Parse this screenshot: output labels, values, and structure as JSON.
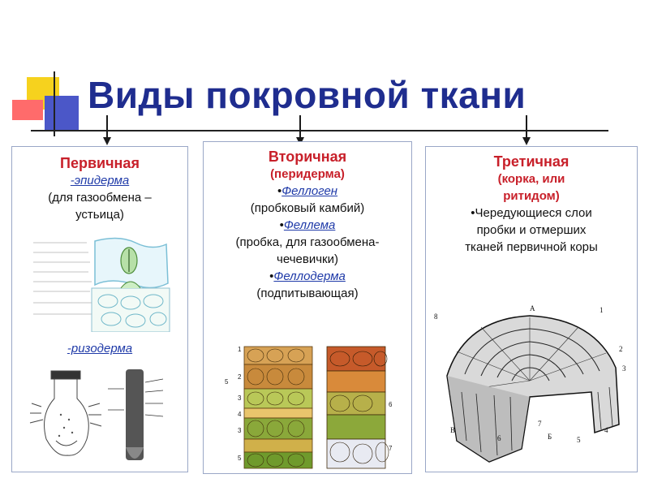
{
  "title": "Виды покровной ткани",
  "primary": {
    "heading": "Первичная",
    "epidermis": "-эпидерма",
    "epidermis_note_1": "(для газообмена –",
    "epidermis_note_2": "устьица)",
    "rhizodermis": "-ризодерма"
  },
  "secondary": {
    "heading": "Вторичная",
    "subheading": "(перидерма)",
    "phellogen": "Феллоген",
    "phellogen_note": "(пробковый камбий)",
    "phellem": "Феллема",
    "phellem_note_1": "(пробка, для газообмена-",
    "phellem_note_2": "чечевички)",
    "phelloderm": "Феллодерма",
    "phelloderm_note": "(подпитывающая)"
  },
  "tertiary": {
    "heading": "Третичная",
    "subheading_1": "(корка, или",
    "subheading_2": "ритидом)",
    "text_1": "Чередующиеся слои",
    "text_2": "пробки и отмерших",
    "text_3": "тканей первичной коры"
  },
  "figure_labels": {
    "layers_left": [
      "1",
      "2",
      "3",
      "4",
      "3",
      "5"
    ],
    "layers_left_brace": "5",
    "layers_right": [
      "6",
      "7"
    ],
    "wood": [
      "8",
      "1",
      "2",
      "3",
      "4",
      "5",
      "6",
      "7",
      "А",
      "Б",
      "В"
    ]
  },
  "colors": {
    "title": "#1f2d8f",
    "red": "#c8202a",
    "blue": "#1f3aa8"
  }
}
